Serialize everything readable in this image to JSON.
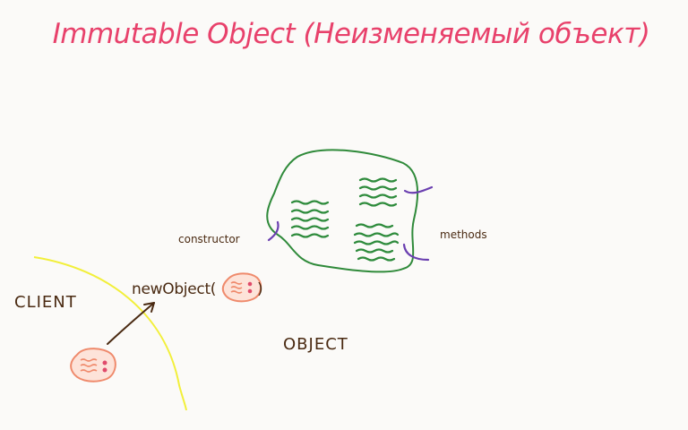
{
  "title": "Immutable Object (Неизменяемый объект)",
  "labels": {
    "client": "CLIENT",
    "object": "OBJECT",
    "constructor": "constructor",
    "methods": "methods",
    "new_object_call": "newObject("
  },
  "closing_paren": ")",
  "colors": {
    "title": "#e8416b",
    "label": "#4a2a12",
    "object_outline": "#2f8a3a",
    "object_lines": "#2e8b3c",
    "pointer_arrows": "#6a3fb0",
    "client_boundary": "#f2ef3a",
    "data_blob": "#ef8a6c",
    "data_dots": "#e04a6a"
  },
  "icons": {
    "data_blob": "data-blob-icon",
    "arrow": "arrow-up-right-icon"
  }
}
